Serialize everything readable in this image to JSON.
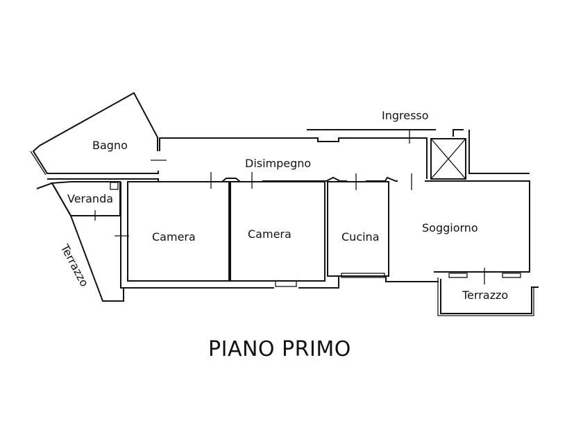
{
  "plan": {
    "title": "PIANO PRIMO",
    "rooms": {
      "bagno": "Bagno",
      "ingresso": "Ingresso",
      "disimpegno": "Disimpegno",
      "veranda": "Veranda",
      "terrazzo_left": "Terrazzo",
      "camera_1": "Camera",
      "camera_2": "Camera",
      "cucina": "Cucina",
      "soggiorno": "Soggiorno",
      "terrazzo_right": "Terrazzo"
    }
  }
}
